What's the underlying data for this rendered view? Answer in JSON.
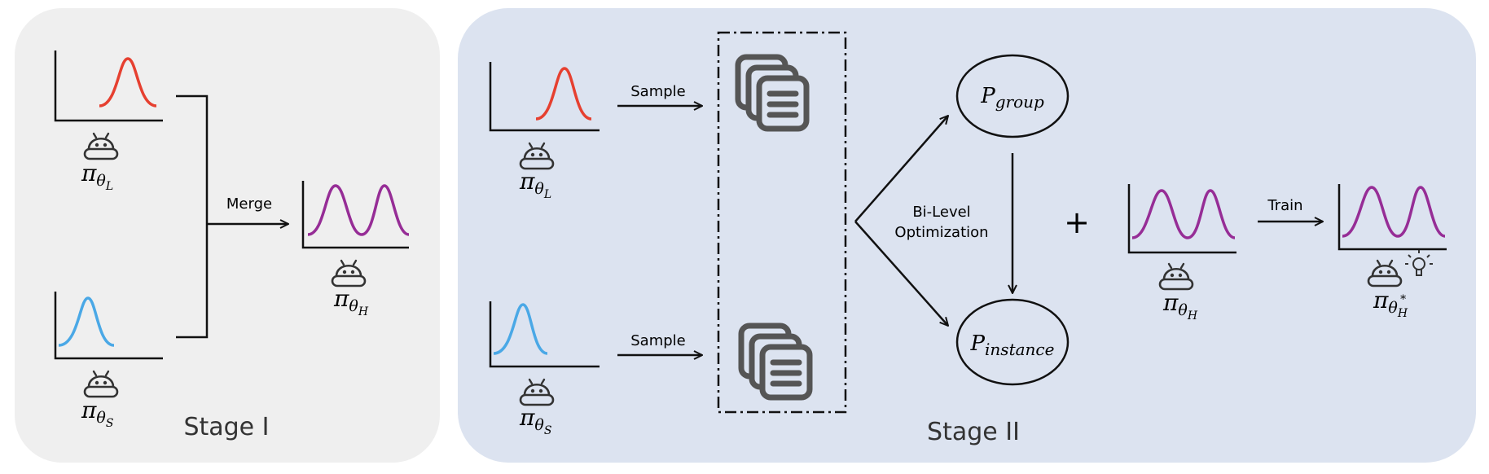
{
  "stage1": {
    "title": "Stage I",
    "merge_label": "Merge",
    "pi": "π",
    "theta": "θ",
    "sub_L": "L",
    "sub_S": "S",
    "sub_H": "H"
  },
  "stage2": {
    "title": "Stage II",
    "sample_label_top": "Sample",
    "sample_label_bottom": "Sample",
    "bilevel_line1": "Bi-Level",
    "bilevel_line2": "Optimization",
    "p_letter": "P",
    "p_group_sub": "group",
    "p_instance_sub": "instance",
    "plus": "+",
    "train_label": "Train",
    "star": "*"
  },
  "colors": {
    "stage1_bg": "#efefef",
    "stage2_bg": "#dce3f0",
    "red": "#e64030",
    "blue": "#4aa8e6",
    "purple": "#962d96",
    "ink": "#111111",
    "doc": "#555555"
  },
  "icons": [
    "robot-icon",
    "document-stack-icon",
    "lightbulb-icon"
  ]
}
